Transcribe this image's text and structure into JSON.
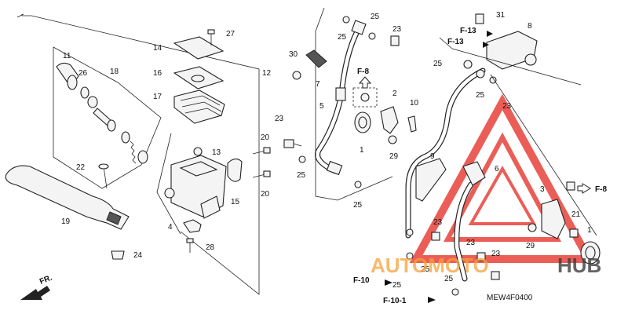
{
  "diagram_code": "MEW4F0400",
  "direction_label": "FR.",
  "watermark": {
    "part1": "AUTOMOTO",
    "part2": "HUB",
    "color_red": "#e8433a",
    "color_orange": "#f4a13a",
    "color_dark": "#3c3c3c"
  },
  "refs": [
    {
      "id": "ref-f8-top",
      "text": "F-8"
    },
    {
      "id": "ref-f13-a",
      "text": "F-13"
    },
    {
      "id": "ref-f13-b",
      "text": "F-13"
    },
    {
      "id": "ref-f8-right",
      "text": "F-8"
    },
    {
      "id": "ref-f10",
      "text": "F-10"
    },
    {
      "id": "ref-f10-1",
      "text": "F-10-1"
    }
  ],
  "callouts": [
    {
      "id": "c11",
      "text": "11"
    },
    {
      "id": "c26",
      "text": "26"
    },
    {
      "id": "c18",
      "text": "18"
    },
    {
      "id": "c14",
      "text": "14"
    },
    {
      "id": "c27",
      "text": "27"
    },
    {
      "id": "c16",
      "text": "16"
    },
    {
      "id": "c17",
      "text": "17"
    },
    {
      "id": "c12",
      "text": "12"
    },
    {
      "id": "c22",
      "text": "22"
    },
    {
      "id": "c19",
      "text": "19"
    },
    {
      "id": "c13",
      "text": "13"
    },
    {
      "id": "c15",
      "text": "15"
    },
    {
      "id": "c20a",
      "text": "20"
    },
    {
      "id": "c20b",
      "text": "20"
    },
    {
      "id": "c4",
      "text": "4"
    },
    {
      "id": "c28",
      "text": "28"
    },
    {
      "id": "c24",
      "text": "24"
    },
    {
      "id": "c30",
      "text": "30"
    },
    {
      "id": "c7",
      "text": "7"
    },
    {
      "id": "c23a",
      "text": "23"
    },
    {
      "id": "c25a",
      "text": "25"
    },
    {
      "id": "c25b",
      "text": "25"
    },
    {
      "id": "c23b",
      "text": "23"
    },
    {
      "id": "c5",
      "text": "5"
    },
    {
      "id": "c2",
      "text": "2"
    },
    {
      "id": "c10",
      "text": "10"
    },
    {
      "id": "c1a",
      "text": "1"
    },
    {
      "id": "c29a",
      "text": "29"
    },
    {
      "id": "c25c",
      "text": "25"
    },
    {
      "id": "c25d",
      "text": "25"
    },
    {
      "id": "c31",
      "text": "31"
    },
    {
      "id": "c8",
      "text": "8"
    },
    {
      "id": "c25e",
      "text": "25"
    },
    {
      "id": "c25f",
      "text": "25"
    },
    {
      "id": "c23c",
      "text": "23"
    },
    {
      "id": "c9",
      "text": "9"
    },
    {
      "id": "c6",
      "text": "6"
    },
    {
      "id": "c3",
      "text": "3"
    },
    {
      "id": "c21",
      "text": "21"
    },
    {
      "id": "c1b",
      "text": "1"
    },
    {
      "id": "c29b",
      "text": "29"
    },
    {
      "id": "c23d",
      "text": "23"
    },
    {
      "id": "c23e",
      "text": "23"
    },
    {
      "id": "c23f",
      "text": "23"
    },
    {
      "id": "c25g",
      "text": "25"
    },
    {
      "id": "c25h",
      "text": "25"
    },
    {
      "id": "c25i",
      "text": "25"
    }
  ]
}
